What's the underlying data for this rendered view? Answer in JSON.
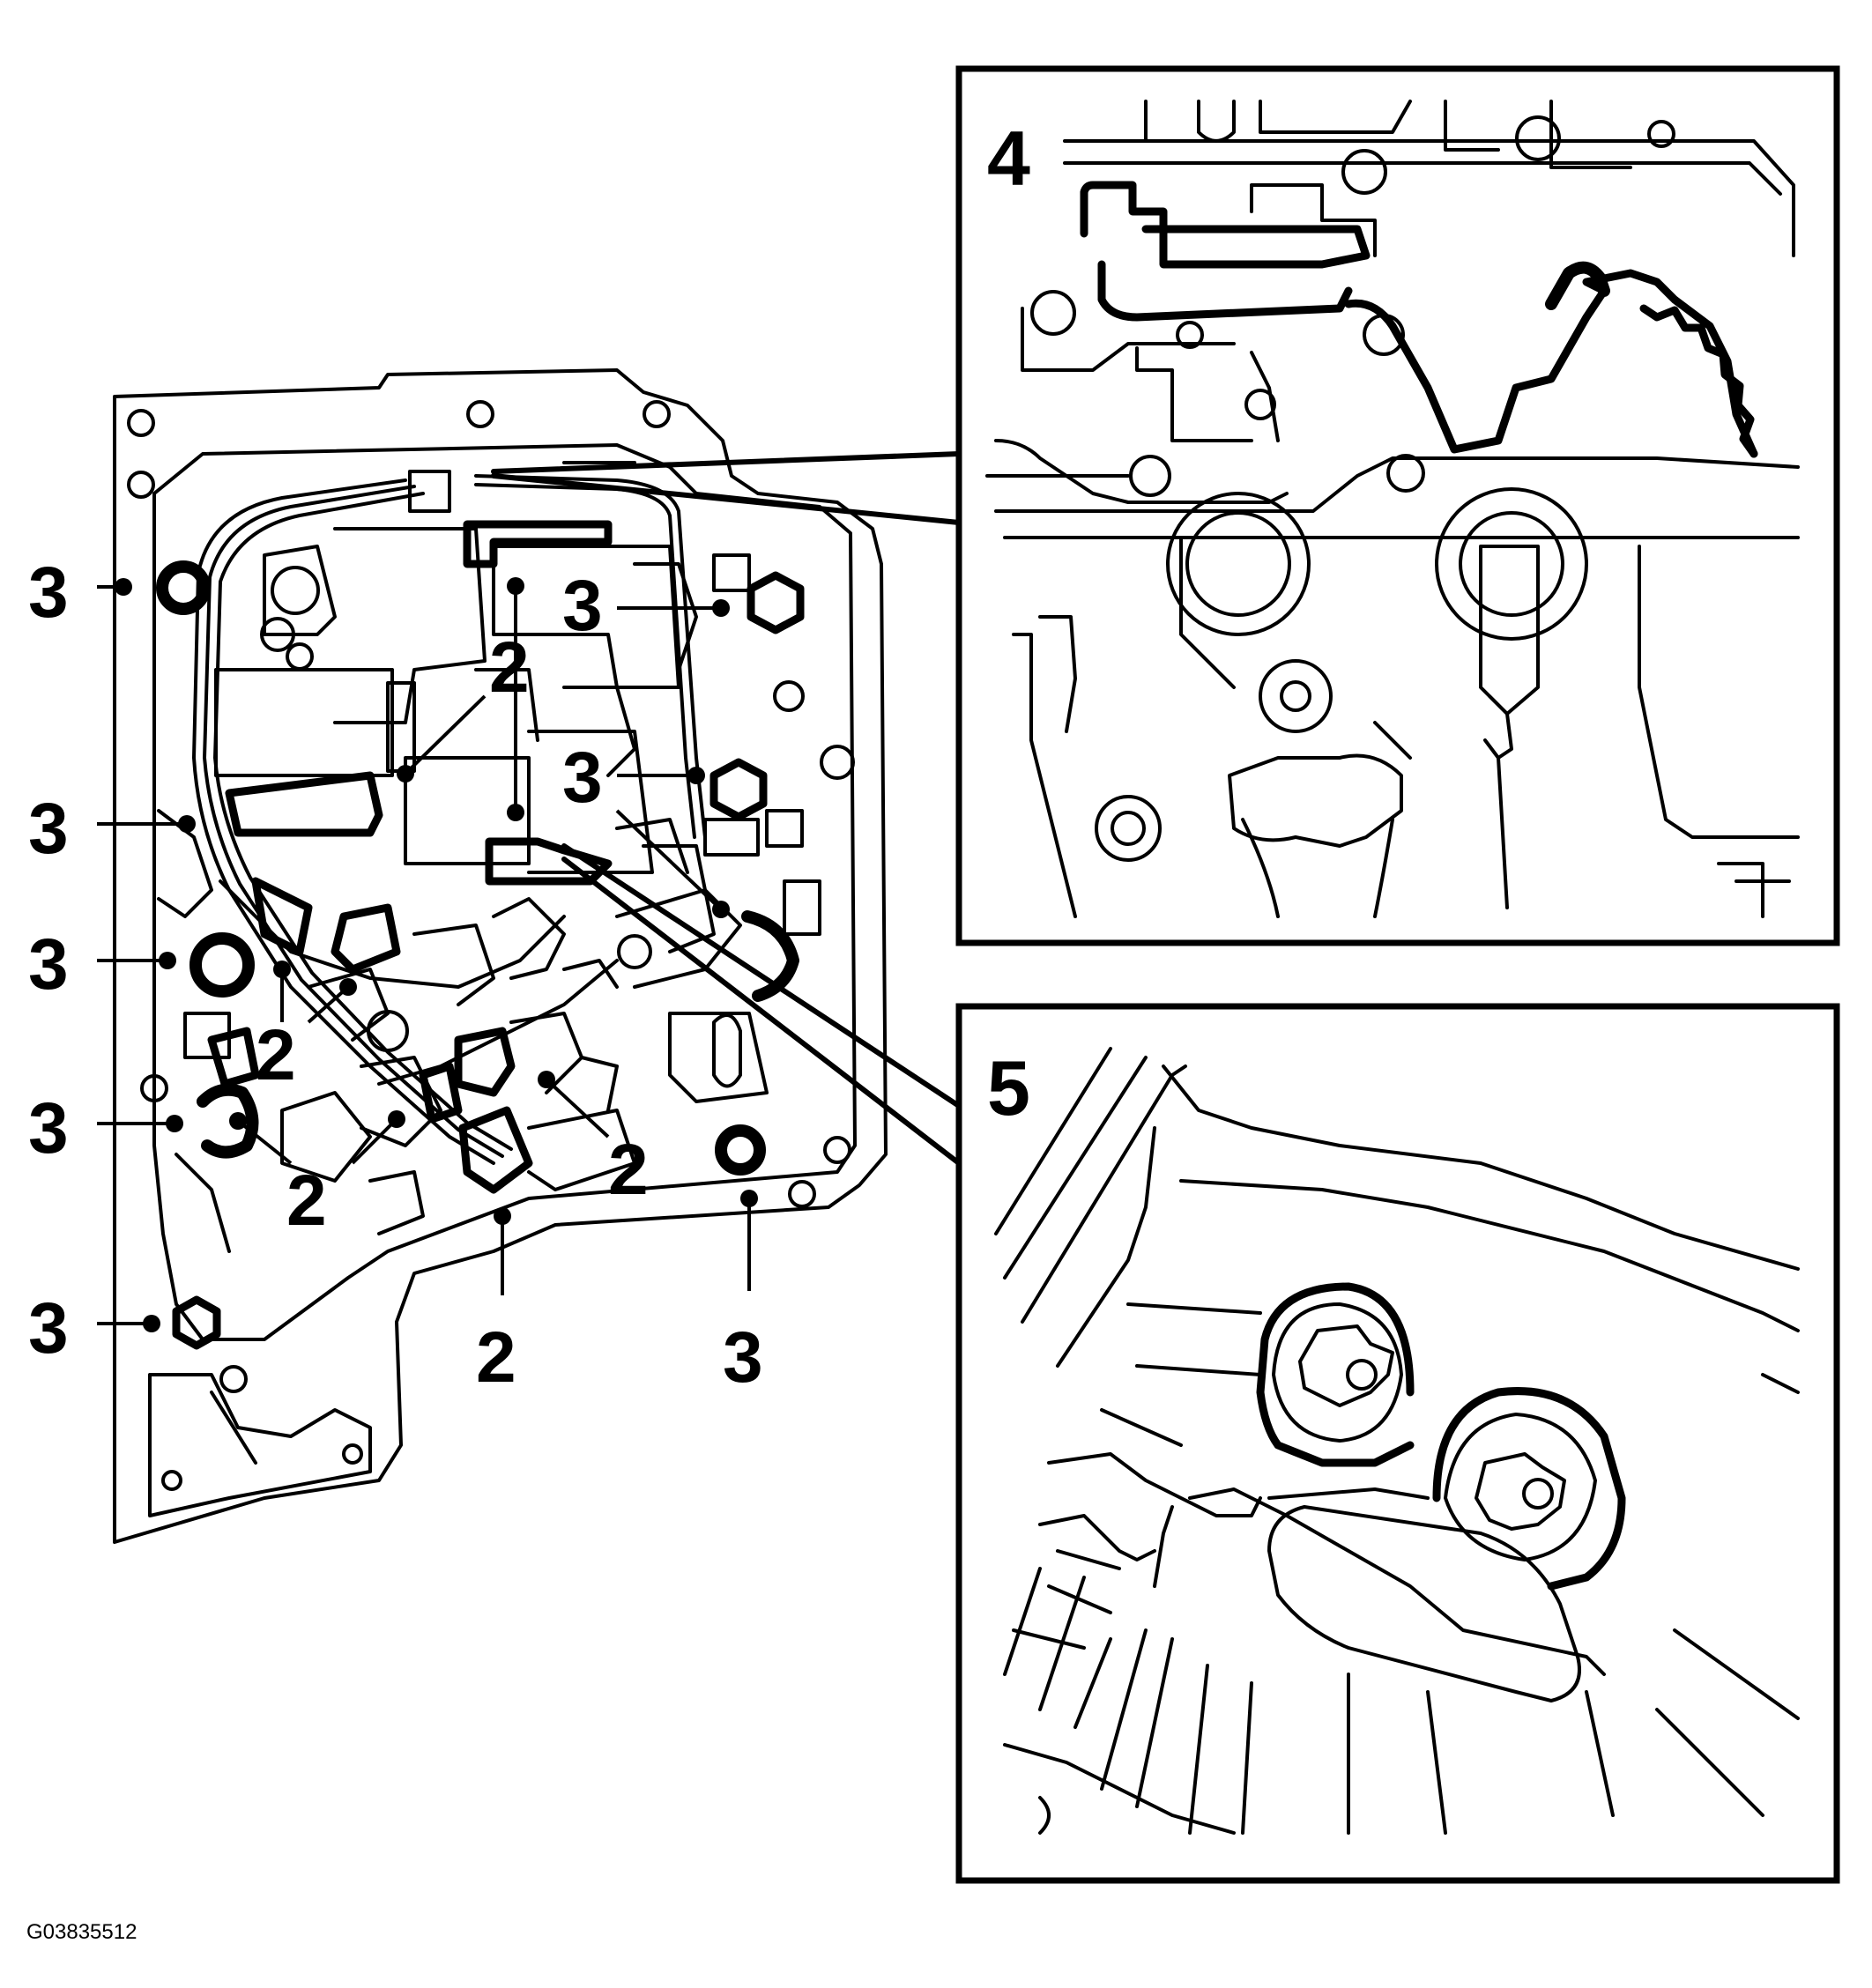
{
  "figure_id": "G03835512",
  "inset_labels": {
    "detail_4": "4",
    "detail_5": "5"
  },
  "callouts": {
    "connector": "2",
    "bolt": "3"
  }
}
